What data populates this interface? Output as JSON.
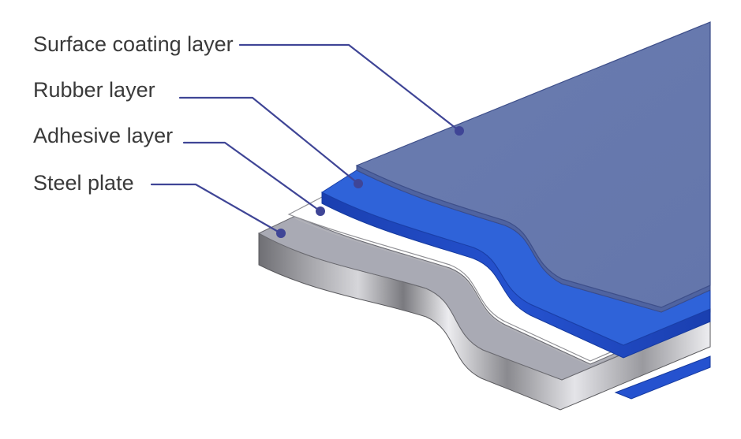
{
  "diagram": {
    "labels": [
      {
        "key": "coating",
        "text": "Surface coating layer"
      },
      {
        "key": "rubber",
        "text": "Rubber layer"
      },
      {
        "key": "adhesive",
        "text": "Adhesive layer"
      },
      {
        "key": "steel",
        "text": "Steel plate"
      }
    ],
    "colors": {
      "coating_top": "#6578ad",
      "coating_edge": "#4a5c95",
      "rubber_top": "#2f62d8",
      "rubber_side": "#1e46b6",
      "adhesive": "#ffffff",
      "adhesive_edge": "#9a9a9a",
      "steel_top": "#a9aab3",
      "steel_side_dark": "#6c6c70",
      "steel_side_light": "#e9e9ec",
      "leader_line": "#3f4596",
      "label_text": "#3a3a3a"
    }
  }
}
